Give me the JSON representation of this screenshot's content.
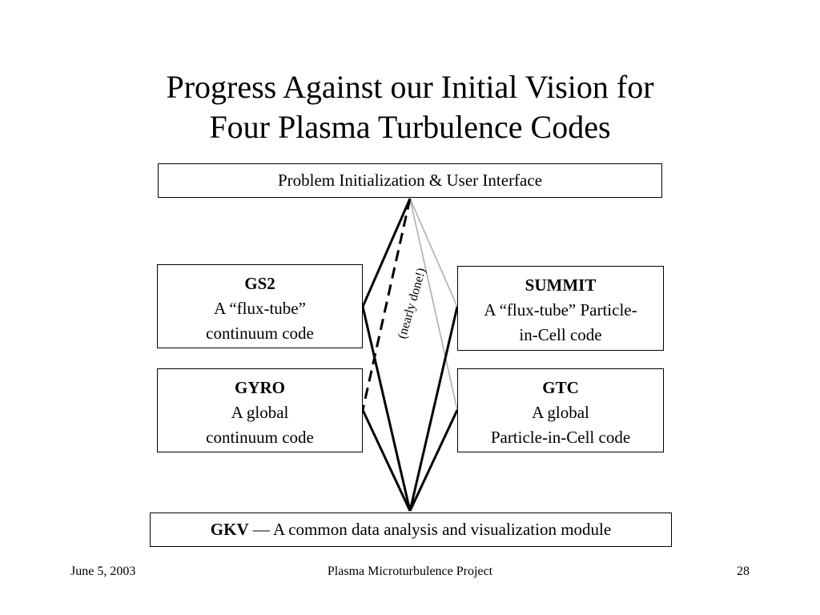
{
  "title_line1": "Progress Against our Initial Vision for",
  "title_line2": "Four Plasma Turbulence Codes",
  "top_box": "Problem Initialization & User Interface",
  "codes": {
    "gs2": {
      "name": "GS2",
      "desc1": "A “flux-tube”",
      "desc2": "continuum code"
    },
    "summit": {
      "name": "SUMMIT",
      "desc1": "A “flux-tube” Particle-",
      "desc2": "in-Cell code"
    },
    "gyro": {
      "name": "GYRO",
      "desc1": "A global",
      "desc2": "continuum code"
    },
    "gtc": {
      "name": "GTC",
      "desc1": "A global",
      "desc2": "Particle-in-Cell code"
    }
  },
  "bottom_box": {
    "name": "GKV",
    "desc": " — A common data analysis and visualization module"
  },
  "note": "(nearly done!)",
  "footer": {
    "date": "June 5, 2003",
    "project": "Plasma Microturbulence Project",
    "page": "28"
  },
  "colors": {
    "line": "#000000",
    "faint_line": "#aaaaaa"
  }
}
